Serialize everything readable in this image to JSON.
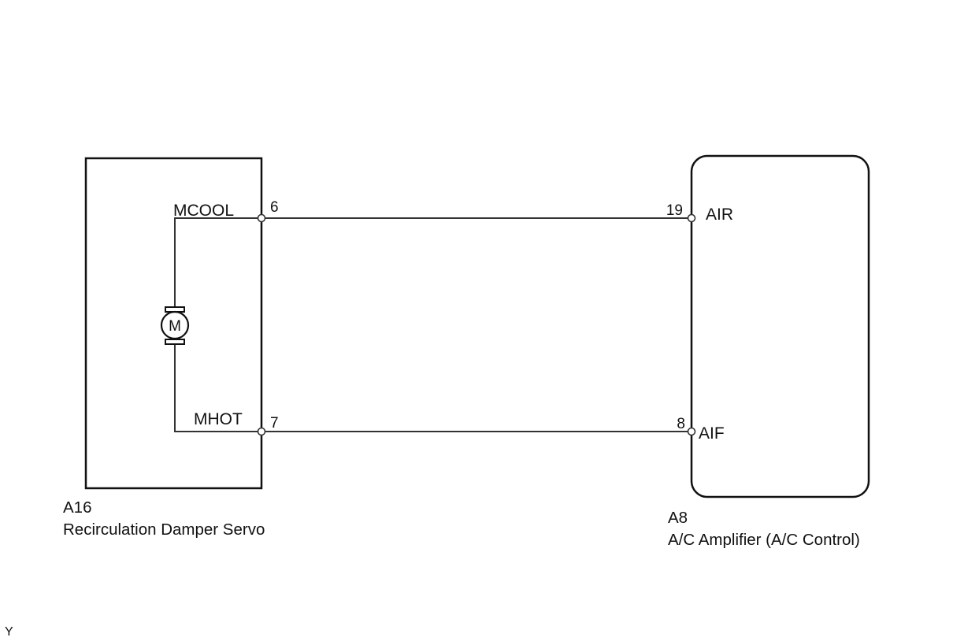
{
  "components": {
    "servo": {
      "code": "A16",
      "name": "Recirculation Damper Servo",
      "motor_symbol": "M",
      "terminals": [
        {
          "pin": "6",
          "signal": "MCOOL"
        },
        {
          "pin": "7",
          "signal": "MHOT"
        }
      ]
    },
    "amplifier": {
      "code": "A8",
      "name": "A/C Amplifier (A/C Control)",
      "terminals": [
        {
          "pin": "19",
          "signal": "AIR"
        },
        {
          "pin": "8",
          "signal": "AIF"
        }
      ]
    }
  },
  "connections": [
    {
      "from": "servo.6",
      "to": "amplifier.19"
    },
    {
      "from": "servo.7",
      "to": "amplifier.8"
    }
  ],
  "footnote": "Y"
}
